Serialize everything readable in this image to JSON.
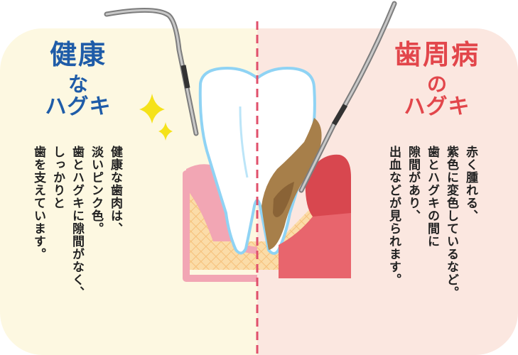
{
  "healthy": {
    "title_main": "健康",
    "title_particle": "な",
    "title_sub": "ハグキ",
    "lines": [
      "健康な歯肉は、",
      "淡いピンク色。",
      "歯とハグキに隙間がなく、",
      "しっかりと",
      "歯を支えています。"
    ]
  },
  "disease": {
    "title_main": "歯周病",
    "title_particle": "の",
    "title_sub": "ハグキ",
    "lines": [
      "赤く腫れる、",
      "紫色に変色しているなど。",
      "歯とハグキの間に",
      "隙間があり、",
      "出血などが見られます。"
    ]
  },
  "colors": {
    "healthy_title": "#1f5ca8",
    "disease_title": "#e2464b",
    "divider": "#e0506b",
    "healthy_gum": "#f2a6b4",
    "disease_gum": "#d8474f",
    "tartar": "#a77f4a",
    "sparkle": "#f5e21a"
  }
}
